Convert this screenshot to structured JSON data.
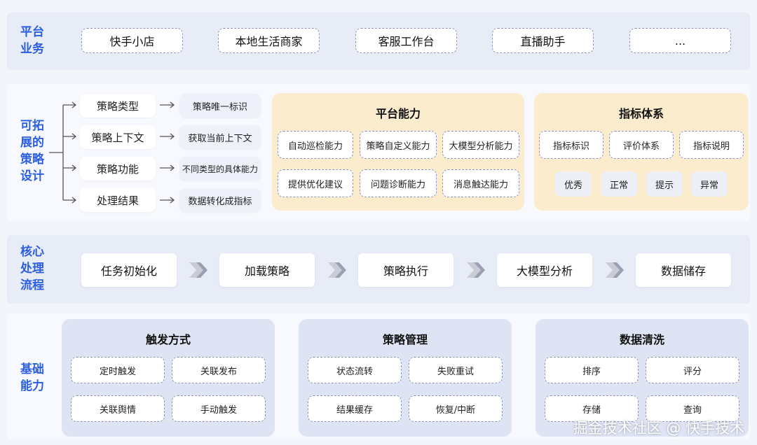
{
  "platform": {
    "label": "平台\n业务",
    "items": [
      "快手小店",
      "本地生活商家",
      "客服工作台",
      "直播助手",
      "..."
    ]
  },
  "strategy": {
    "label": "可拓\n展的\n策略\n设计",
    "rows": [
      {
        "name": "策略类型",
        "desc": "策略唯一标识"
      },
      {
        "name": "策略上下文",
        "desc": "获取当前上下文"
      },
      {
        "name": "策略功能",
        "desc": "不同类型的具体能力"
      },
      {
        "name": "处理结果",
        "desc": "数据转化成指标"
      }
    ]
  },
  "capability": {
    "title": "平台能力",
    "items": [
      "自动巡检能力",
      "策略自定义能力",
      "大模型分析能力",
      "提供优化建议",
      "问题诊断能力",
      "消息触达能力"
    ]
  },
  "metrics": {
    "title": "指标体系",
    "items": [
      "指标标识",
      "评价体系",
      "指标说明"
    ],
    "ratings": [
      "优秀",
      "正常",
      "提示",
      "异常"
    ]
  },
  "core": {
    "label": "核心\n处理\n流程",
    "steps": [
      "任务初始化",
      "加载策略",
      "策略执行",
      "大模型分析",
      "数据储存"
    ]
  },
  "base": {
    "label": "基础\n能力",
    "panels": [
      {
        "title": "触发方式",
        "items": [
          "定时触发",
          "关联发布",
          "关联舆情",
          "手动触发"
        ]
      },
      {
        "title": "策略管理",
        "items": [
          "状态流转",
          "失败重试",
          "结果缓存",
          "恢复/中断"
        ]
      },
      {
        "title": "数据清洗",
        "items": [
          "排序",
          "评分",
          "存储",
          "查询"
        ]
      }
    ]
  },
  "watermark": "掘金技术社区 @ 快手技术",
  "colors": {
    "accent": "#2c5fe0",
    "orange_panel": "#fbeccd",
    "band": "#e8ecf7"
  }
}
